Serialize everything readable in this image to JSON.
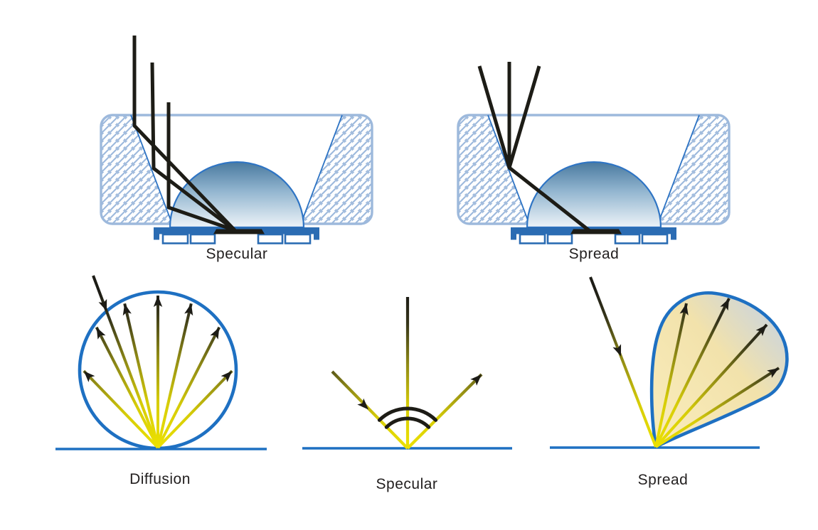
{
  "figure": {
    "description": "Reflection types diagram: LED package cross-sections and surface reflection lobes",
    "top_row": [
      {
        "id": "specular-package",
        "label": "Specular"
      },
      {
        "id": "spread-package",
        "label": "Spread"
      }
    ],
    "bottom_row": [
      {
        "id": "diffusion-reflection",
        "label": "Diffusion"
      },
      {
        "id": "specular-reflection",
        "label": "Specular"
      },
      {
        "id": "spread-reflection",
        "label": "Spread"
      }
    ]
  },
  "colors": {
    "light_blue": "#9db9dc",
    "med_blue": "#2e74c4",
    "diagram_blue": "#1e70c2",
    "bar_blue": "#2b6cb3",
    "ray_black": "#1d1c16",
    "ray_yellow": "#ece100",
    "dome_top": "#49799f",
    "dome_bottom": "#edf3f8",
    "tear_warm": "#f8eab8",
    "tear_cool": "#cbd4dd",
    "label": "#232020",
    "background": "#ffffff"
  }
}
